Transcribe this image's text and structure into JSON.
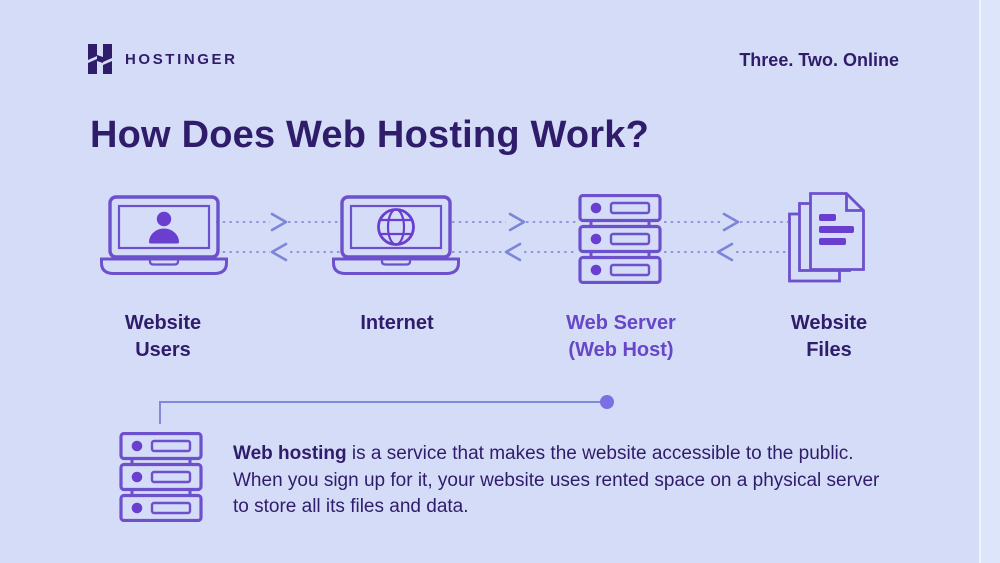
{
  "palette": {
    "background": "#d5dcf8",
    "ink": "#2f1c6a",
    "icon_outline": "#6d50cc",
    "icon_fill": "#6a3ecf",
    "violet_label": "#6747c7",
    "dash_line": "#9097de",
    "chevron": "#7d85d8",
    "connector_line": "#8288da",
    "connector_dot": "#7b70e1"
  },
  "header": {
    "brand": "HOSTINGER",
    "logo_icon": "hostinger-h-logo",
    "tagline": "Three. Two. Online"
  },
  "title": "How Does Web Hosting Work?",
  "flow": {
    "nodes": [
      {
        "label": "Website\nUsers",
        "icon": "laptop-user-icon"
      },
      {
        "label": "Internet",
        "icon": "laptop-globe-icon"
      },
      {
        "label": "Web Server\n(Web Host)",
        "icon": "server-stack-icon",
        "highlighted": true
      },
      {
        "label": "Website\nFiles",
        "icon": "document-stack-icon"
      }
    ],
    "arrows": [
      {
        "row": "top",
        "direction": "right",
        "style": "dashed"
      },
      {
        "row": "bottom",
        "direction": "left",
        "style": "dashed"
      }
    ]
  },
  "callout": {
    "icon": "server-stack-icon",
    "lead": "Web hosting",
    "rest": " is a service that makes the website accessible to the public.\nWhen you sign up for it, your website uses rented space on a physical server\nto store all its files and data."
  }
}
